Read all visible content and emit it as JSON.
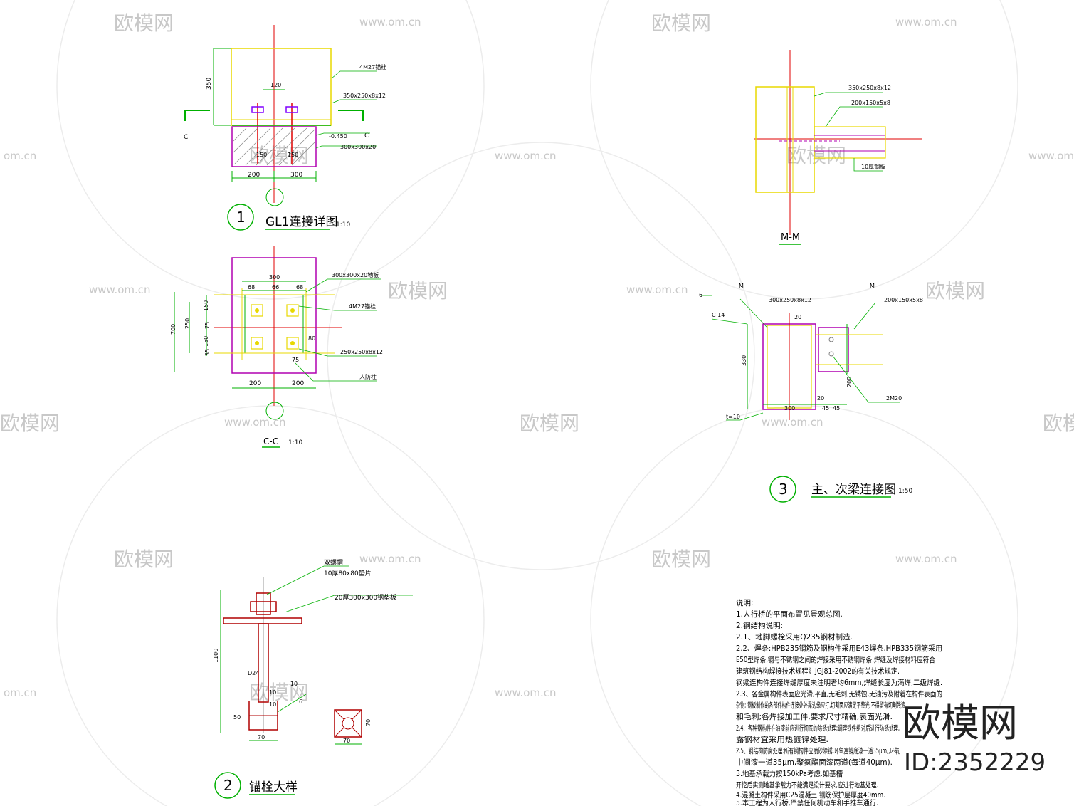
{
  "watermark": {
    "brand": "欧模网",
    "url": "www.om.cn",
    "url_short": "om.cn",
    "id": "ID:2352229"
  },
  "detail1": {
    "number": "1",
    "title": "GL1连接详图",
    "scale": "1:10",
    "dim_height": "350",
    "dim_w1": "200",
    "dim_w2": "300",
    "label_bolt": "4M27锚栓",
    "label_plate": "350x250x8x12",
    "label_elev": "-0.450",
    "label_base": "300x300x20",
    "label_150": "150",
    "label_120": "120",
    "label_cut_left": "C",
    "label_cut_right": "C"
  },
  "detailCC": {
    "title": "C-C",
    "scale": "1:10",
    "dim_top": "300",
    "dim_t1": "68",
    "dim_t2": "66",
    "dim_t3": "68",
    "dim_l1": "150",
    "dim_l2": "75",
    "dim_l3": "150",
    "dim_l4": "35",
    "dim_total": "700",
    "dim_l5": "250",
    "dim_b1": "200",
    "dim_b2": "200",
    "label_plate": "300x300x20地板",
    "label_bolt": "4M27锚栓",
    "label_col": "250x250x8x12",
    "label_anchor": "人防柱",
    "label_80": "80",
    "label_75": "75"
  },
  "detailMM": {
    "title": "M-M",
    "label1": "350x250x8x12",
    "label2": "200x150x5x8",
    "label3": "10厚钢板"
  },
  "detail3": {
    "number": "3",
    "title": "主、次梁连接图",
    "scale": "1:50",
    "label_main": "300x250x8x12",
    "label_sec": "200x150x5x8",
    "label_m": "M",
    "label_6": "6",
    "label_c14": "C 14",
    "dim_330": "330",
    "dim_300": "300",
    "dim_45a": "45",
    "dim_45b": "45",
    "dim_20a": "20",
    "dim_20b": "20",
    "dim_200": "200",
    "label_2m20": "2M20",
    "label_t10": "t=10"
  },
  "detail2": {
    "number": "2",
    "title": "锚栓大样",
    "label_nut": "双螺帽",
    "label_washer": "10厚80x80垫片",
    "label_plate": "20厚300x300钢垫板",
    "dim_1100": "1100",
    "dim_d24": "D24",
    "dim_10a": "10",
    "dim_10b": "10",
    "dim_50": "50",
    "dim_70a": "70",
    "dim_70b": "70",
    "dim_70c": "70",
    "label_t10": "-10",
    "label_6": "6"
  },
  "notes": {
    "lines": [
      "说明:",
      "1.人行桥的平面布置见景观总图.",
      "2.钢结构说明:",
      "2.1、地脚螺栓采用Q235钢材制造.",
      "2.2、焊条:HPB235钢筋及钢构件采用E43焊条,HPB335钢筋采用",
      "E50型焊条,钢与不锈钢之间的焊接采用不锈钢焊条.焊缝及焊接材料应符合",
      "建筑钢结构焊接技术规程》JGJ81-2002的有关技术规定.",
      "钢梁连构件连接焊缝厚度未注明者均6mm,焊缝长度为满焊,二级焊缝.",
      "2.3、各金属构件表面应光滑,平直,无毛刺,无锈蚀,无油污及附着在构件表面的",
      "杂物; 钢板制作的各部件构件连接处外露边缘应打,切割面应满足平整光,不得留有切割残渣,",
      "和毛刺;各焊接加工件,要求尺寸精确,表面光滑.",
      "2.4、各种钢构件在油漆前应进行彻底的除锈处理;调理铁件组对后进行防锈处理,",
      "露钢材宜采用热镀锌处理.",
      "2.5、钢结构防腐处理:所有钢构件应喷砂除锈,环氧富锌底漆一道35μm,,环氧",
      "中间漆一道35μm,聚氨酯面漆两道(每道40μm).",
      "3.地基承载力按150kPa考虑.如基槽",
      "  开挖后实测地基承载力不能满足设计要求,应进行地基处理.",
      "4.混凝土构件采用C25混凝土.钢筋保护层厚度40mm.",
      "5.本工程为人行桥,严禁任何机动车和手推车通行."
    ]
  }
}
